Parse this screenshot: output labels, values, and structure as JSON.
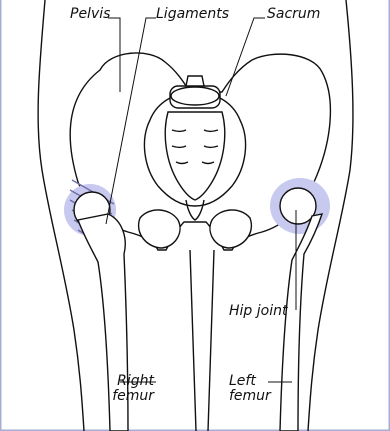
{
  "colors": {
    "frame": "#a9acd6",
    "highlight": "#c7c9ef",
    "line": "#111111"
  },
  "labels": {
    "pelvis": "Pelvis",
    "ligaments": "Ligaments",
    "sacrum": "Sacrum",
    "hip_joint": "Hip joint",
    "right_femur_line1": "Right",
    "right_femur_line2": "femur",
    "left_femur_line1": "Left",
    "left_femur_line2": "femur"
  }
}
